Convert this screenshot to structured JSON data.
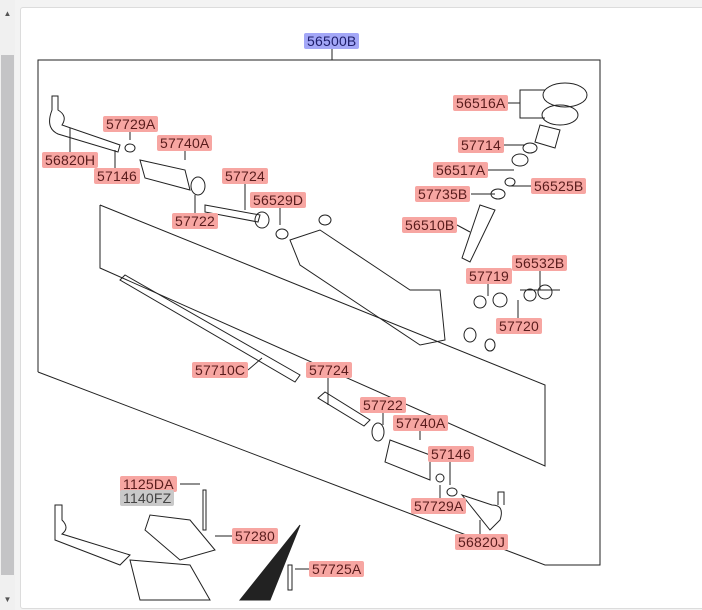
{
  "colors": {
    "part_label": "#f7a6a2",
    "assembly_label": "#a3a7f7",
    "missing_label": "#c9c9c9"
  },
  "scrollbar": {
    "up_icon": "▲",
    "down_icon": "▼"
  },
  "labels": {
    "assembly": "56500B",
    "l56516A": "56516A",
    "l57729A_top": "57729A",
    "l57740A_top": "57740A",
    "l57714": "57714",
    "l56820H": "56820H",
    "l57146_top": "57146",
    "l56517A": "56517A",
    "l56525B": "56525B",
    "l57735B": "57735B",
    "l57724_top": "57724",
    "l56529D": "56529D",
    "l57722_top": "57722",
    "l56510B": "56510B",
    "l56532B": "56532B",
    "l57719": "57719",
    "l57720": "57720",
    "l57710C": "57710C",
    "l57724_bot": "57724",
    "l57722_bot": "57722",
    "l57740A_bot": "57740A",
    "l57146_bot": "57146",
    "l57729A_bot": "57729A",
    "l56820J": "56820J",
    "l1125DA": "1125DA",
    "l1140FZ": "1140FZ",
    "l57280": "57280",
    "l57725A": "57725A"
  }
}
